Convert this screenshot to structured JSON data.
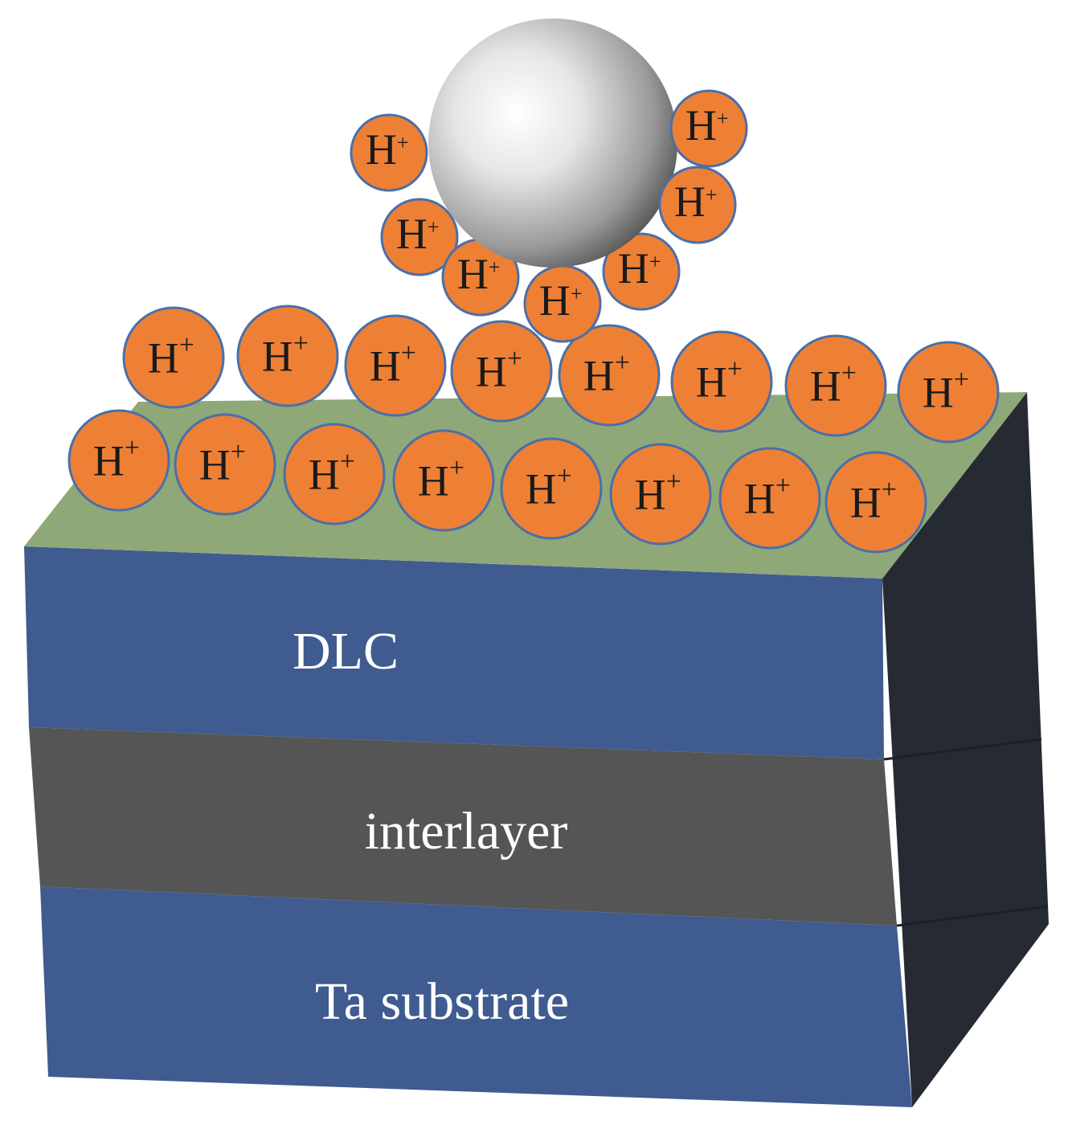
{
  "colors": {
    "top_surface": "#8fa878",
    "dlc_front": "#3f5b8f",
    "interlayer_front": "#555555",
    "substrate_front": "#3f5b8f",
    "side": "#262a33",
    "ion_fill": "#ee8035",
    "ion_stroke": "#4a6fa8",
    "ball_light": "#ffffff",
    "ball_dark": "#555555"
  },
  "layers": {
    "dlc": "DLC",
    "interlayer": "interlayer",
    "substrate": "Ta substrate"
  },
  "ion": {
    "symbol": "H",
    "charge": "+"
  },
  "icons": {
    "ball": "counterpart-ball-icon",
    "ion": "hydrogen-ion-icon"
  }
}
